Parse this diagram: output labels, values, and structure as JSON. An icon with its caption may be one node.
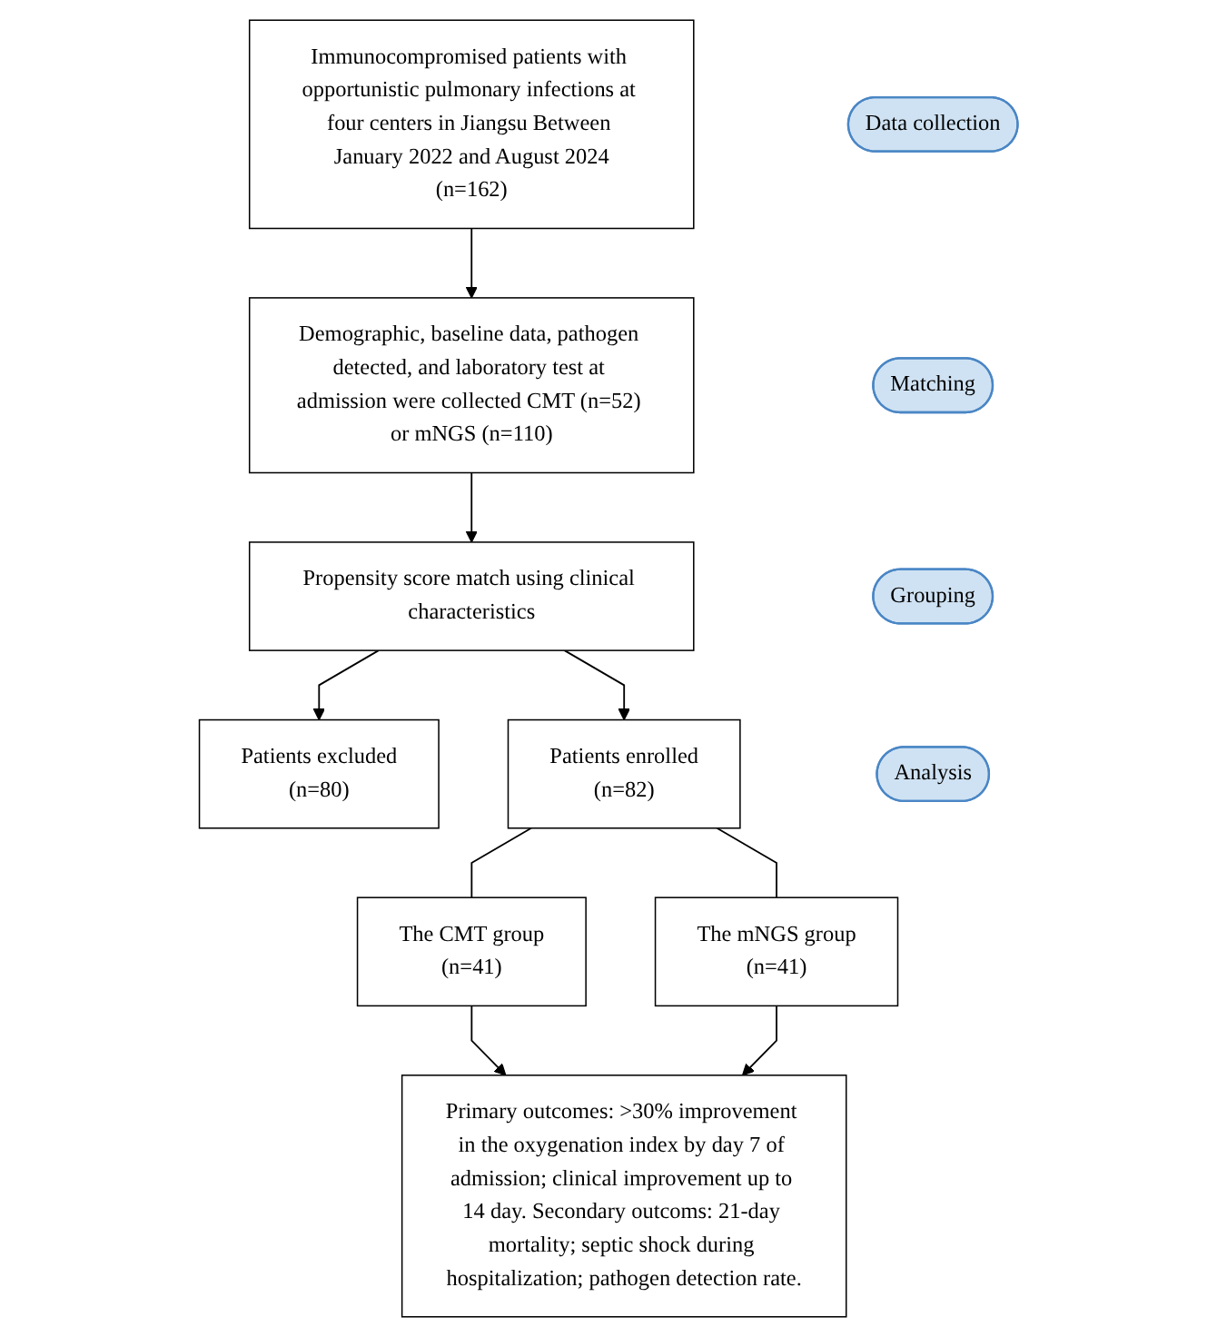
{
  "diagram": {
    "nodes": [
      {
        "text": [
          "Data collection"
        ]
      },
      {
        "text": [
          "Immunocompromised patients with opportunistic pulmonary infections at four centers in Jiangsu Between January 2022 and August 2024",
          "(n=162)"
        ]
      },
      {
        "text": [
          "Demographic, baseline data, pathogen detected, and laboratory test at admission were collected CMT (n=52) or mNGS (n=110)"
        ]
      },
      {
        "text": [
          "Matching"
        ]
      },
      {
        "text": [
          "Propensity score match using clinical characteristics"
        ]
      },
      {
        "text": [
          "Patients excluded",
          "(n=80)"
        ]
      },
      {
        "text": [
          "Patients enrolled",
          "(n=82)"
        ]
      },
      {
        "text": [
          "Grouping"
        ]
      },
      {
        "text": [
          "The CMT group",
          "(n=41)"
        ]
      },
      {
        "text": [
          "The mNGS group",
          "(n=41)"
        ]
      },
      {
        "text": [
          "Analysis"
        ]
      },
      {
        "text": [
          "Primary outcomes: >30% improvement in the oxygenation index by day 7 of admission; clinical improvement up to 14 day. Secondary outcoms: 21-day mortality; septic shock during hospitalization; pathogen detection rate."
        ]
      }
    ],
    "edges": [
      {
        "from": 1,
        "to": 2,
        "arrow": "to"
      },
      {
        "from": 2,
        "to": 4,
        "arrow": "to"
      },
      {
        "from": 4,
        "to": 5,
        "arrow": "to"
      },
      {
        "from": 4,
        "to": 6,
        "arrow": "to"
      },
      {
        "from": 6,
        "to": 8,
        "arrow": "none"
      },
      {
        "from": 6,
        "to": 9,
        "arrow": "none"
      },
      {
        "from": 8,
        "to": 11,
        "arrow": "to"
      },
      {
        "from": 9,
        "to": 11,
        "arrow": "to"
      }
    ]
  }
}
